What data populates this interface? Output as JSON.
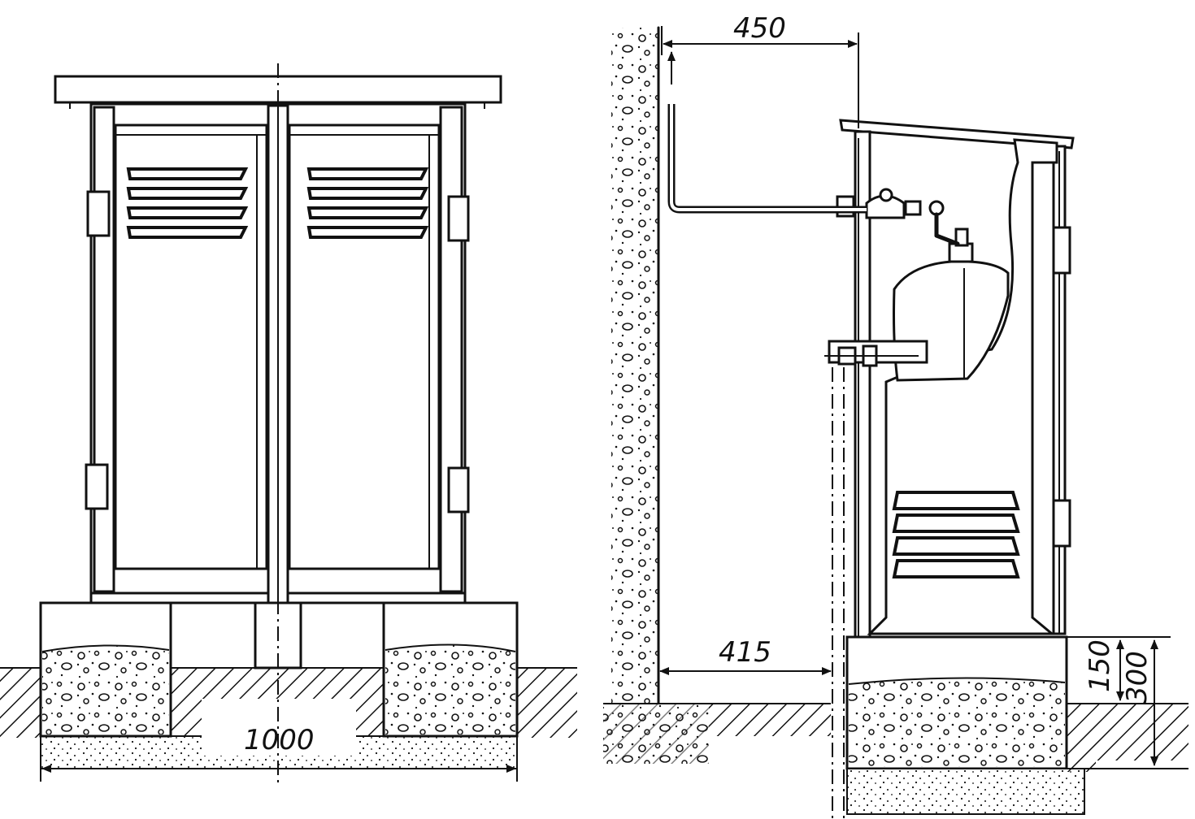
{
  "dimensions": {
    "overall_width": "1000",
    "wall_top_clearance": "450",
    "wall_bottom_clearance": "415",
    "base_height_small": "150",
    "base_height_total": "300"
  },
  "colors": {
    "ink": "#111111",
    "paper": "#ffffff"
  }
}
